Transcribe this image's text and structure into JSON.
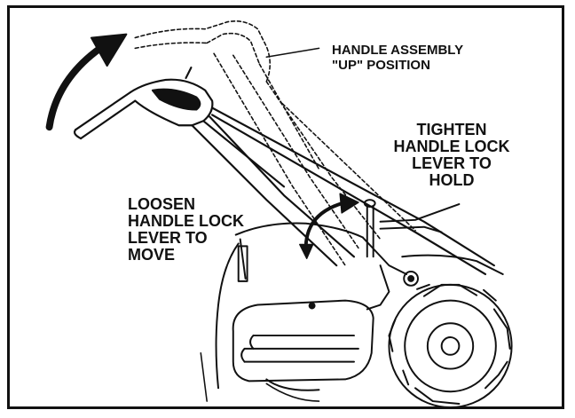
{
  "diagram": {
    "labels": {
      "handle_up": "HANDLE ASSEMBLY\n\"UP\" POSITION",
      "tighten": "TIGHTEN\nHANDLE LOCK\nLEVER TO\nHOLD",
      "loosen": "LOOSEN\nHANDLE LOCK\nLEVER TO\nMOVE"
    }
  }
}
